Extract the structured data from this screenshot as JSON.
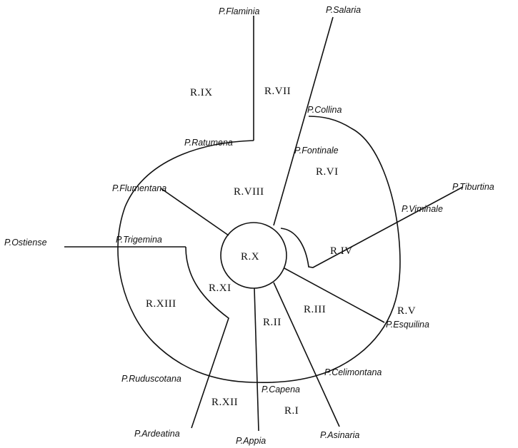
{
  "gates": {
    "flaminia": "P.Flaminia",
    "salaria": "P.Salaria",
    "collina": "P.Collina",
    "ratumena": "P.Ratumena",
    "fontinale": "P.Fontinale",
    "flumentana": "P.Flumentana",
    "tiburtina": "P.Tiburtina",
    "viminale": "P.Viminale",
    "ostiense": "P.Ostiense",
    "trigemina": "P.Trigemina",
    "esquilina": "P.Esquilina",
    "celimontana": "P.Celimontana",
    "ruduscotana": "P.Ruduscotana",
    "capena": "P.Capena",
    "ardeatina": "P.Ardeatina",
    "appia": "P.Appia",
    "asinaria": "P.Asinaria"
  },
  "regions": {
    "r1": "R.I",
    "r2": "R.II",
    "r3": "R.III",
    "r4": "R.IV",
    "r5": "R.V",
    "r6": "R.VI",
    "r7": "R.VII",
    "r8": "R.VIII",
    "r9": "R.IX",
    "r10": "R.X",
    "r11": "R.XI",
    "r12": "R.XII",
    "r13": "R.XIII"
  }
}
